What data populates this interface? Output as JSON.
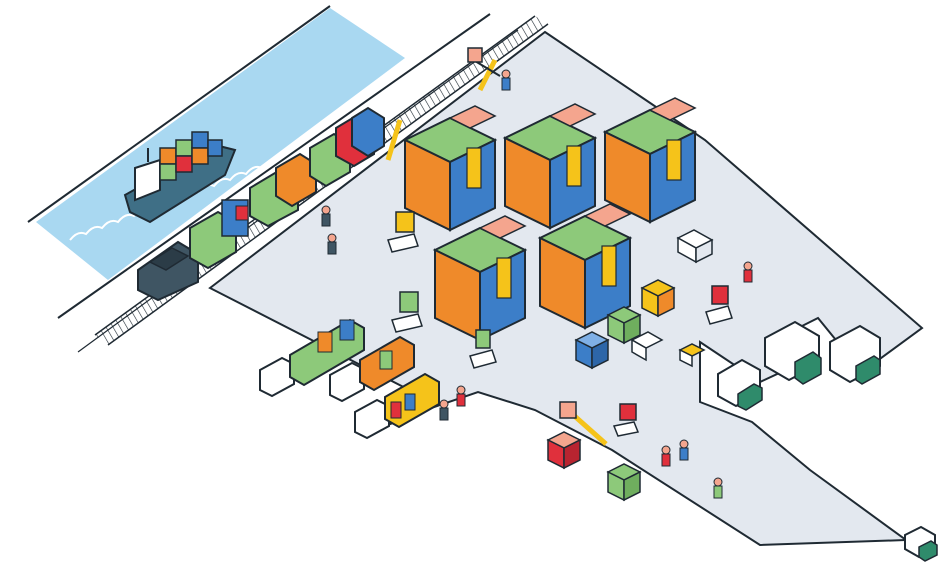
{
  "scene": {
    "subject": "isometric-logistics-yard",
    "elements": [
      "river",
      "container-ship",
      "railway",
      "locomotive",
      "rail-wagons",
      "gantry-crane",
      "warehouse-stacks",
      "delivery-trucks",
      "forklifts",
      "pallets",
      "workers",
      "vans"
    ]
  },
  "colors": {
    "background": "#ffffff",
    "yard": "#e3e8ef",
    "water": "#a9d8f1",
    "outline": "#1f2a33",
    "green": "#8dc97a",
    "red": "#e0303c",
    "orange": "#ef8a2a",
    "blue": "#3c7ec8",
    "yellow": "#f5c31a",
    "salmon": "#f4a58e",
    "truck_cab": "#ffffff",
    "locomotive": "#3f5563",
    "van_green": "#2f8b6b"
  }
}
